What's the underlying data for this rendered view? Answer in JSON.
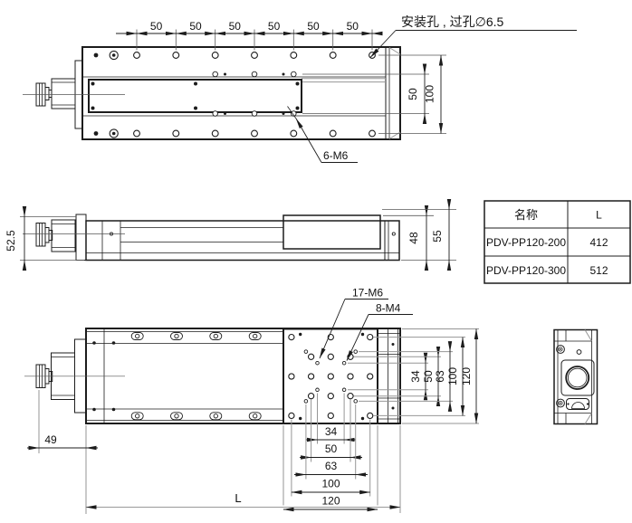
{
  "colors": {
    "line": "#1c1c1c",
    "gray_lines": "#969696",
    "background": "#ffffff"
  },
  "top_view": {
    "pitch_labels": [
      "50",
      "50",
      "50",
      "50",
      "50",
      "50"
    ],
    "row_dim_small": "50",
    "row_dim_large": "100",
    "mount_hole_callout": "安装孔 , 过孔∅6.5",
    "screw_callout": "6-M6"
  },
  "side_view": {
    "height_total_left": "52.5",
    "height_body": "48",
    "height_max": "55"
  },
  "bottom_view": {
    "thread_callout_m6": "17-M6",
    "thread_callout_m4": "8-M4",
    "motor_overhang": "49",
    "overall_length": "L",
    "h_chain": [
      "34",
      "50",
      "63",
      "100",
      "120"
    ],
    "v_chain": [
      "34",
      "50",
      "63",
      "100",
      "120"
    ]
  },
  "spec_table": {
    "headers": [
      "名称",
      "L"
    ],
    "rows": [
      [
        "PDV-PP120-200",
        "412"
      ],
      [
        "PDV-PP120-300",
        "512"
      ]
    ]
  }
}
